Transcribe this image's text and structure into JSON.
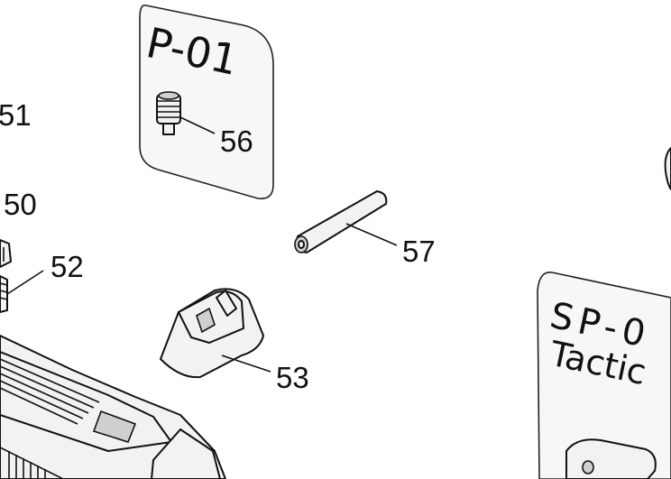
{
  "cards": [
    {
      "id": "P-01",
      "title": "P-01"
    },
    {
      "id": "SP-0",
      "title": "SP-0",
      "subtitle": "Tactic"
    }
  ],
  "callouts": [
    "51",
    "50",
    "52",
    "56",
    "57",
    "53"
  ]
}
